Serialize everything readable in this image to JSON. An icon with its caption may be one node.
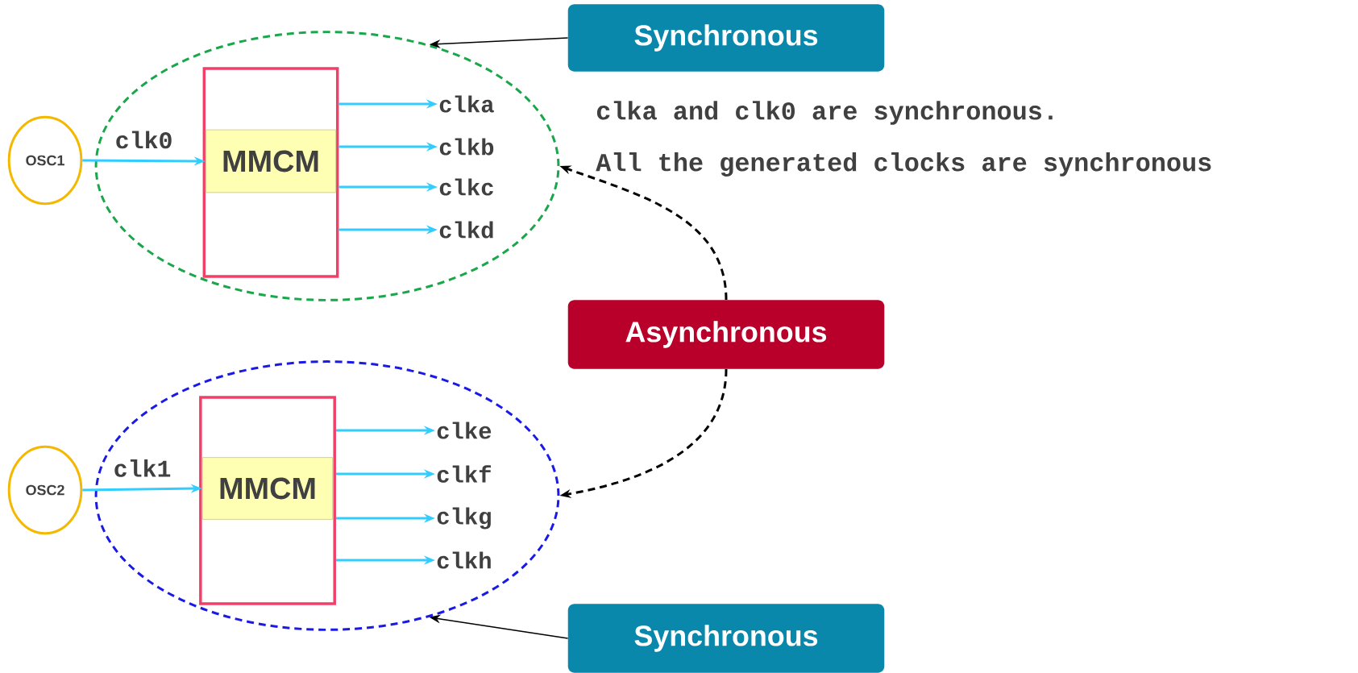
{
  "diagram": {
    "nodes": [
      {
        "text": [
          "Synchronous"
        ]
      },
      {
        "text": [],
        "shape": "ellipse"
      },
      {
        "text": [
          "OSC1"
        ]
      },
      {
        "text": [],
        "shape": "box",
        "in": 1
      },
      {
        "text": [
          "MMCM"
        ],
        "in": 3
      },
      {
        "text": [
          "clka"
        ],
        "in": 1
      },
      {
        "text": [
          "clkb"
        ],
        "in": 1
      },
      {
        "text": [
          "clkc"
        ],
        "in": 1
      },
      {
        "text": [
          "clkd"
        ],
        "in": 1
      },
      {
        "text": [
          "Asynchronous"
        ]
      },
      {
        "text": [],
        "shape": "ellipse"
      },
      {
        "text": [
          "OSC2"
        ]
      },
      {
        "text": [],
        "shape": "box",
        "in": 10
      },
      {
        "text": [
          "MMCM"
        ],
        "in": 12
      },
      {
        "text": [
          "clke"
        ],
        "in": 10
      },
      {
        "text": [
          "clkf"
        ],
        "in": 10
      },
      {
        "text": [
          "clkg"
        ],
        "in": 10
      },
      {
        "text": [
          "clkh"
        ],
        "in": 10
      },
      {
        "text": [
          "Synchronous"
        ]
      }
    ],
    "edges": [
      {
        "from": 0,
        "to": 1,
        "arrow": "to",
        "color": "#000000"
      },
      {
        "from": 2,
        "to": 4,
        "arrow": "to",
        "label": "clk0"
      },
      {
        "from": 3,
        "to": 5,
        "arrow": "to"
      },
      {
        "from": 3,
        "to": 6,
        "arrow": "to"
      },
      {
        "from": 3,
        "to": 7,
        "arrow": "to"
      },
      {
        "from": 3,
        "to": 8,
        "arrow": "to"
      },
      {
        "from": 9,
        "to": 1,
        "arrow": "to",
        "style": "dashed",
        "color": "#000000"
      },
      {
        "from": 9,
        "to": 10,
        "arrow": "to",
        "style": "dashed",
        "color": "#000000"
      },
      {
        "from": 11,
        "to": 13,
        "arrow": "to",
        "label": "clk1"
      },
      {
        "from": 12,
        "to": 14,
        "arrow": "to"
      },
      {
        "from": 12,
        "to": 15,
        "arrow": "to"
      },
      {
        "from": 12,
        "to": 16,
        "arrow": "to"
      },
      {
        "from": 12,
        "to": 17,
        "arrow": "to"
      },
      {
        "from": 18,
        "to": 10,
        "arrow": "to",
        "color": "#000000"
      }
    ],
    "labels": [
      "clka and clk0 are synchronous.",
      "All the generated clocks are synchronous"
    ]
  }
}
